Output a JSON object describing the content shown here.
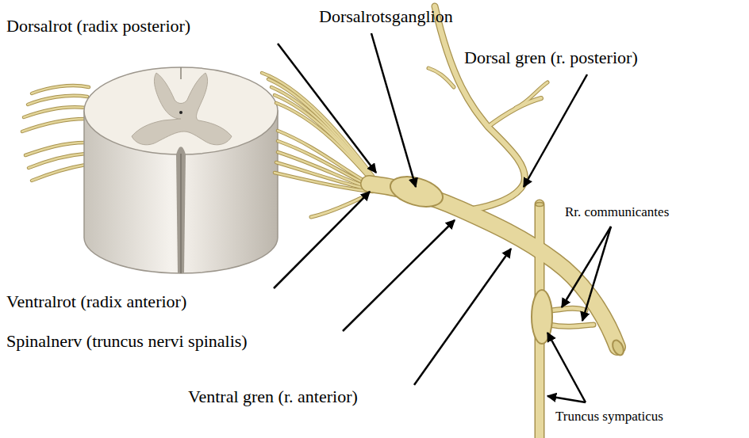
{
  "diagram": {
    "labels": [
      "Dorsalrot (radix posterior)",
      "Dorsalrotsganglion",
      "Dorsal gren (r. posterior)",
      "Rr. communicantes",
      "Ventralrot (radix anterior)",
      "Spinalnerv (truncus nervi spinalis)",
      "Ventral gren (r. anterior)",
      "Truncus sympaticus"
    ]
  }
}
